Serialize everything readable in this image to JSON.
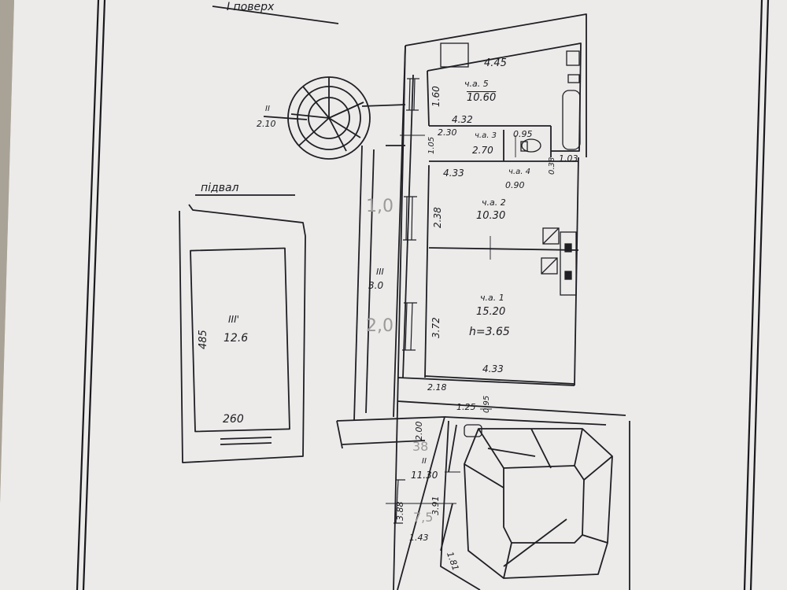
{
  "sheet": {
    "floor_title": "I поверх",
    "basement_title": "підвал"
  },
  "rooms": {
    "r5": {
      "name": "ч.а. 5",
      "area": "10.60",
      "dim_top": "4.45",
      "dim_side": "1.60",
      "dim_bottom": "4.32"
    },
    "r3": {
      "name": "ч.а. 3",
      "area": "2.70",
      "dim_left": "1.05",
      "dim_top": "2.30",
      "dim_top_right": "0.95"
    },
    "r4": {
      "name": "ч.а. 4",
      "area": "0.90",
      "dim_side": "0.38",
      "dim_right": "1.03"
    },
    "r2": {
      "name": "ч.а. 2",
      "area": "10.30",
      "dim_top": "4.33",
      "dim_side": "2.38"
    },
    "r1": {
      "name": "ч.а. 1",
      "area": "15.20",
      "dim_side": "3.72",
      "height": "h=3.65",
      "dim_bottom": "4.33"
    },
    "corridor": {
      "name": "III",
      "area": "3.0"
    },
    "stair_small": {
      "name": "II",
      "area": "2.10"
    },
    "hall": {
      "name": "II",
      "area": "11.30",
      "dim_a": "2.18",
      "dim_b": "0.95",
      "dim_c": "1.25",
      "dim_d": "2.00",
      "dim_e": "3.88",
      "dim_f": "3.91",
      "dim_g": "1.43",
      "dim_h": "1.81"
    },
    "basement": {
      "name": "III'",
      "area": "12.6",
      "dim_side": "485",
      "dim_bottom": "260"
    }
  },
  "pencil_notes": {
    "n1": "1,0",
    "n2": "2,0",
    "n3": "38",
    "n4": "7,5"
  }
}
